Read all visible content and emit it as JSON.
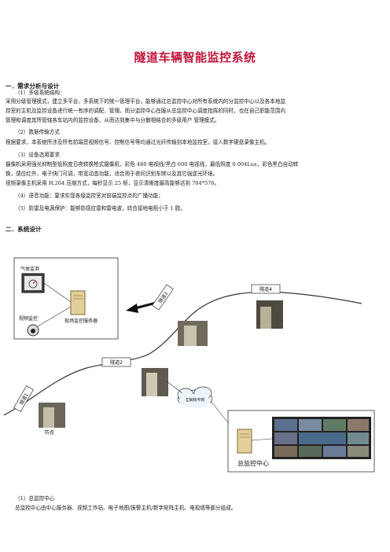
{
  "doc": {
    "title": "隧道车辆智能监控系统",
    "s1_heading": "一．需求分析与设计",
    "s1_1_head": "（1）多级系统结构：",
    "s1_1_l1": "采用分级管理模式，建立多平台，多系统下的统一管理平台，能够通过总监控中心对所有系统内的分监控中心以及各本地监",
    "s1_1_l2": "控室的主机及监控设备进行统一有序的调配、管理。而分监控中心在服从总监控中心调度指挥的同时，也在自己职能范围内",
    "s1_1_l3": "管理和调度其所管辖各车站内的监控设备，从而达到集中与分散相结合的多级用户  管理模式。",
    "s1_2_head": "（2）数据传输方式",
    "s1_2_l1": "根据要求，本系统所涉及所有前端音视频信号、控制信号等均通过光纤传输到本地监控室，接入数字硬盘录像主机。",
    "s1_3_head": "（3）设备选用要求",
    "s1_3_l1": "摄像机采用强光抑制型低照度日夜转换枪式摄像机，彩色 480 电视线/黑白 600 电视线，最低照度 0.004Lux，彩色黑白自动转",
    "s1_3_l2": "换，感应红外，电子快门可调，带宽动态功能，适合用于夜间识别车牌以及其它强逆光环境。",
    "s1_3_l3": "视频录像主机采用 H.264 压缩方式，每秒显示 25 帧，显示清晰度最高能够达到 704*576。",
    "s1_4": "（4）语音功能：要求实现各级监控室对前端监控点的广播功能；",
    "s1_5": "（5）防雷及电源保护：能够防感应雷和雷电波，综合接地电阻小于 1 欧。",
    "s2_heading": "二．系统设计",
    "s2_1_head": "（1）总监控中心",
    "s2_1_l1": "总监控中心由中心服务器、视频工作站、电子地图/报警主机/数字矩阵主机、电视墙等部分组成。"
  },
  "diagram": {
    "gas_label": "气体监测",
    "video_label": "视频监控",
    "server_label": "现场监控服务器",
    "tunnel1": "隧道1",
    "tunnel2": "隧道2",
    "tunnel3": "隧道3",
    "tunnel4": "隧道4",
    "node_label": "节点",
    "cloud_label": "互联网/专网",
    "center_label": "总监控中心"
  },
  "colors": {
    "title": "#c0143c",
    "cloud": "#eef4fb",
    "box_border": "#333333"
  }
}
